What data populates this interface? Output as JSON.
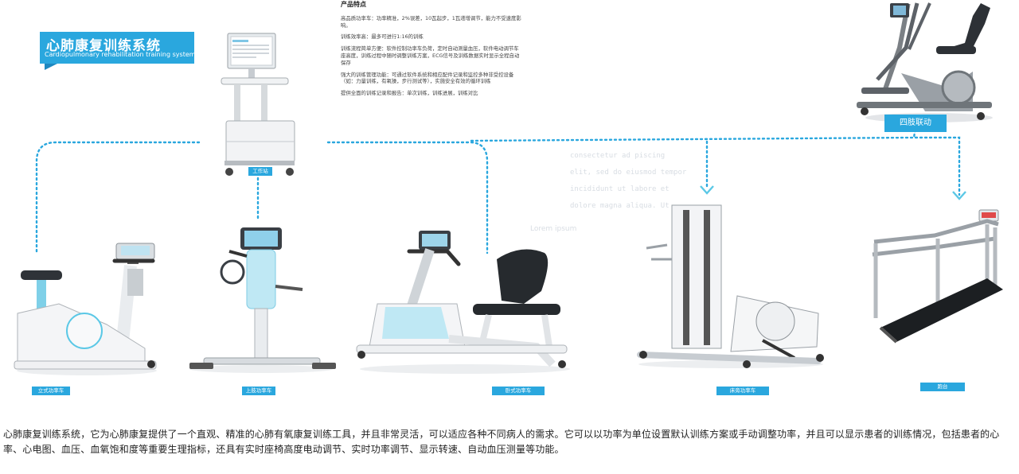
{
  "title": {
    "cn": "心肺康复训练系统",
    "en": "Cardiopulmonary rehabilitation training system"
  },
  "features": {
    "heading": "产品特点",
    "items": [
      "高品质功率车：功率精准，2%误差，10瓦起步，1瓦递增调节，能力不受速度影响。",
      "训练效率高：最多可进行1:16的训练",
      "训练流程简单方便：软件控制功率车负荷，定时自动测量血压，软件电动调节车座高度，训练过程中随时调整训练方案，ECG信号及训练数据实时显示全程自动保存",
      "强大的训练管理功能：可通过软件系统和相应配件记录和监控多种非受控设备（如：力量训练，有氧操，步行测试等），实施安全有效的循环训练",
      "提供全面的训练记录和报告：单次训练，训练进展，训练对比"
    ]
  },
  "labels": {
    "workstation": "工作站",
    "limb_linkage": "四肢联动",
    "upright_bike": "立式功率车",
    "upper_limb_bike": "上肢功率车",
    "recumbent_bike": "卧式功率车",
    "bedside_bike": "床旁功率车",
    "treadmill": "跑台"
  },
  "ghost_text": {
    "lines": [
      "consectetur ad piscing",
      "elit, sed do eiusmod tempor",
      "incididunt ut labore et",
      "dolore magna aliqua. Ut"
    ],
    "extra": "Lorem ipsum"
  },
  "description": "心肺康复训练系统，它为心肺康复提供了一个直观、精准的心肺有氧康复训练工具，并且非常灵活，可以适应各种不同病人的需求。它可以以功率为单位设置默认训练方案或手动调整功率，并且可以显示患者的训练情况，包括患者的心率、心电图、血压、血氧饱和度等重要生理指标，还具有实时座椅高度电动调节、实时功率调节、显示转速、自动血压测量等功能。",
  "colors": {
    "accent": "#2aa7de",
    "cyan": "#5bc8e6",
    "device_white": "#f3f4f6",
    "device_gray": "#9aa0a6"
  }
}
